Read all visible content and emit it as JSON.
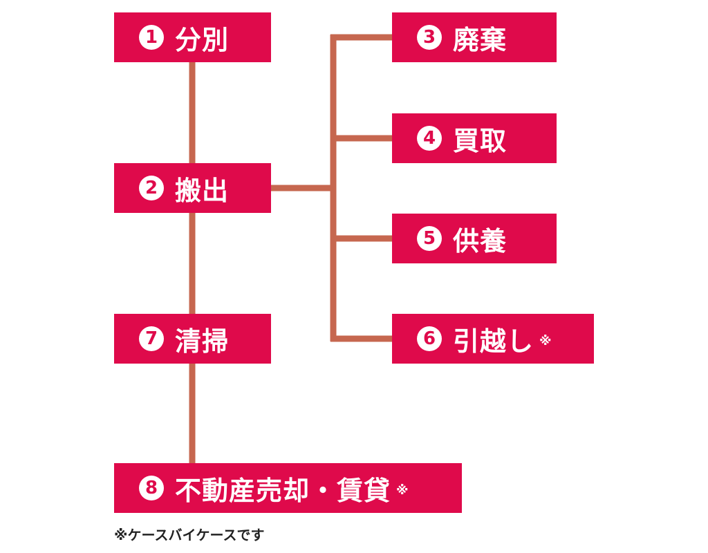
{
  "steps": {
    "s1": {
      "num": "1",
      "label": "分別"
    },
    "s2": {
      "num": "2",
      "label": "搬出"
    },
    "s3": {
      "num": "3",
      "label": "廃棄"
    },
    "s4": {
      "num": "4",
      "label": "買取"
    },
    "s5": {
      "num": "5",
      "label": "供養"
    },
    "s6": {
      "num": "6",
      "label": "引越し",
      "mark": "※"
    },
    "s7": {
      "num": "7",
      "label": "清掃"
    },
    "s8": {
      "num": "8",
      "label": "不動産売却・賃貸",
      "mark": "※"
    }
  },
  "footnote": "※ケースバイケースです",
  "colors": {
    "box": "#df0a4b",
    "connector": "#c6674f",
    "text": "#ffffff"
  }
}
